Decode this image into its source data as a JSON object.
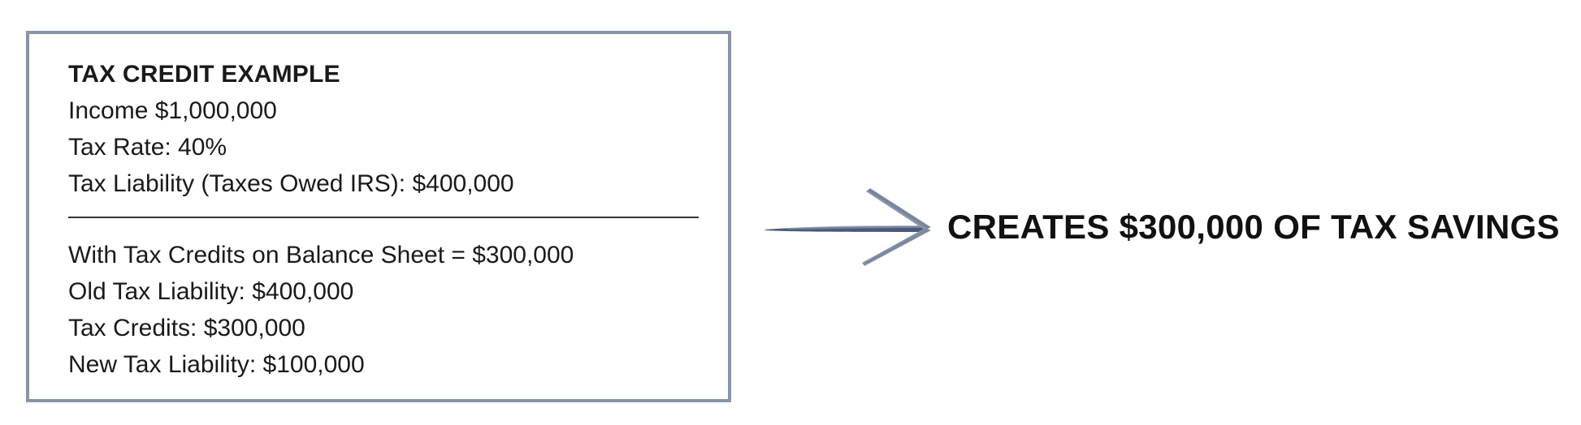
{
  "example": {
    "title": "TAX CREDIT EXAMPLE",
    "before": [
      "Income $1,000,000",
      "Tax Rate: 40%",
      "Tax Liability (Taxes Owed IRS): $400,000"
    ],
    "after": [
      "With Tax Credits on Balance Sheet = $300,000",
      "Old Tax Liability: $400,000",
      "Tax Credits: $300,000",
      "New Tax Liability: $100,000"
    ]
  },
  "outcome": {
    "text": "CREATES $300,000 OF TAX SAVINGS"
  },
  "colors": {
    "border": "#8794a9",
    "arrow_dark": "#4a5a78",
    "arrow_light": "#8a97ad",
    "text": "#1a1a1a"
  },
  "icons": {
    "arrow": "right-arrow-icon"
  }
}
